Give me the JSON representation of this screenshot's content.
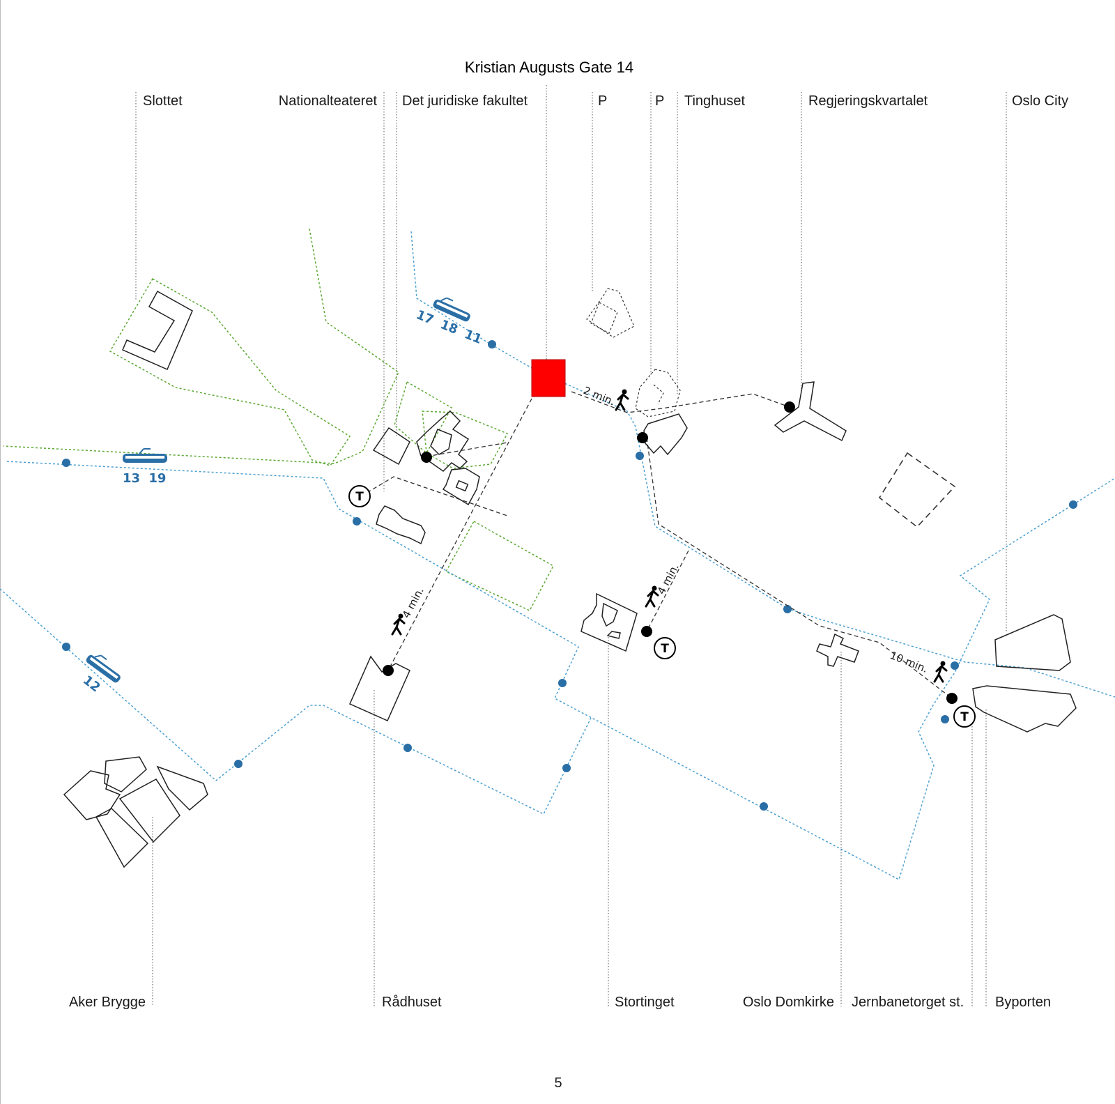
{
  "title": "Kristian Augusts Gate 14",
  "page_number": "5",
  "top_labels": {
    "slottet": "Slottet",
    "nationalteateret": "Nationalteateret",
    "juridiske": "Det juridiske fakultet",
    "parking1": "P",
    "parking2": "P",
    "tinghuset": "Tinghuset",
    "regjeringskvartalet": "Regjeringskvartalet",
    "oslo_city": "Oslo City"
  },
  "bottom_labels": {
    "aker_brygge": "Aker Brygge",
    "radhuset": "Rådhuset",
    "stortinget": "Stortinget",
    "oslo_domkirke": "Oslo Domkirke",
    "jernbanetorget": "Jernbanetorget st.",
    "byporten": "Byporten"
  },
  "tram_lines": {
    "north": "17 18 11",
    "west": "13 19",
    "southwest": "12"
  },
  "walk_times": {
    "tinghuset": "2 min.",
    "radhuset": "4 min.",
    "stortinget": "4 min.",
    "jernbanetorget": "10 min."
  },
  "metro_symbol": "T",
  "colors": {
    "destination": "#ff0000",
    "tram": "#2a6ea6",
    "tram_route": "#4a9fd0",
    "park": "#5aa832"
  },
  "icons": [
    "tram-icon",
    "walking-person-icon",
    "metro-station-icon",
    "tram-stop-icon"
  ]
}
